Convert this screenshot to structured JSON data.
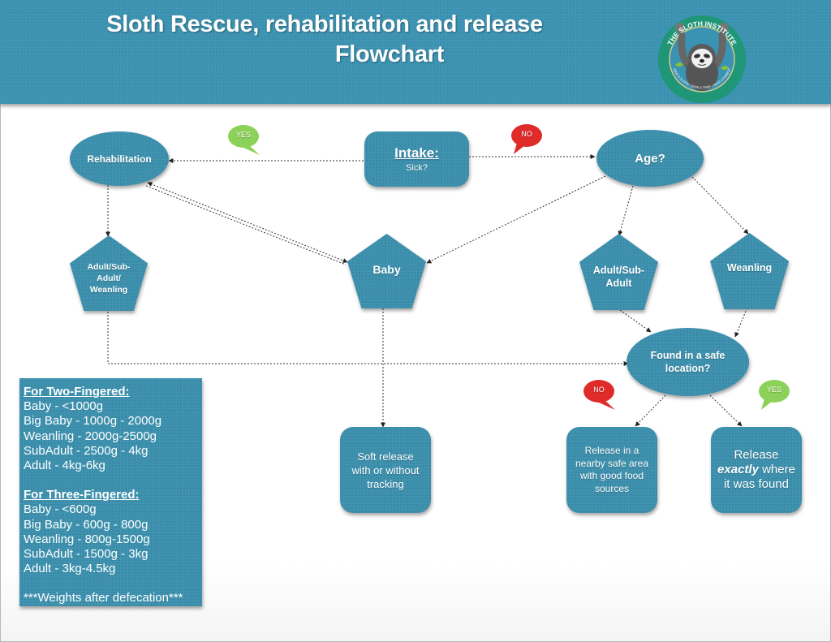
{
  "header": {
    "title_line1": "Sloth Rescue, rehabilitation and release",
    "title_line2": "Flowchart",
    "logo": {
      "name": "The Sloth Institute",
      "arc_text_top": "THE SLOTH INSTITUTE",
      "arc_text_bottom": "SAVE A SLOTH • SAVE A TREE • SAVE A FOREST"
    }
  },
  "colors": {
    "header_bg": "#3a93b2",
    "node_fill": "#3a8fad",
    "yes_bubble": "#8cd25a",
    "no_bubble": "#e02b2b",
    "connector": "#333333"
  },
  "nodes": {
    "intake": {
      "title": "Intake:",
      "subtitle": "Sick?"
    },
    "rehabilitation": {
      "label": "Rehabilitation"
    },
    "age": {
      "label": "Age?"
    },
    "rehab_adult": {
      "line1": "Adult/Sub-",
      "line2": "Adult/",
      "line3": "Weanling"
    },
    "baby": {
      "label": "Baby"
    },
    "adult_subadult": {
      "line1": "Adult/Sub-",
      "line2": "Adult"
    },
    "weanling": {
      "label": "Weanling"
    },
    "found_safe": {
      "line1": "Found in a safe",
      "line2": "location?"
    },
    "soft_release": {
      "line1": "Soft release",
      "line2": "with or without",
      "line3": "tracking"
    },
    "release_nearby": {
      "line1": "Release in a",
      "line2": "nearby safe area",
      "line3": "with good food",
      "line4": "sources"
    },
    "release_exact": {
      "line1": "Release",
      "emphasis": "exactly",
      "line2_rest": " where",
      "line3": "it was found"
    }
  },
  "bubbles": {
    "intake_yes": "YES",
    "intake_no": "NO",
    "safe_no": "NO",
    "safe_yes": "YES"
  },
  "weights": {
    "two_fingered": {
      "heading": "For Two-Fingered:",
      "rows": [
        "Baby - <1000g",
        "Big Baby - 1000g - 2000g",
        "Weanling - 2000g-2500g",
        "SubAdult - 2500g - 4kg",
        "Adult - 4kg-6kg"
      ]
    },
    "three_fingered": {
      "heading": "For Three-Fingered:",
      "rows": [
        "Baby - <600g",
        "Big Baby - 600g - 800g",
        "Weanling - 800g-1500g",
        "SubAdult - 1500g - 3kg",
        "Adult - 3kg-4.5kg"
      ]
    },
    "footnote": "***Weights after defecation***"
  },
  "edges": [
    {
      "from": "intake",
      "to": "rehabilitation",
      "condition": "YES"
    },
    {
      "from": "intake",
      "to": "age",
      "condition": "NO"
    },
    {
      "from": "rehabilitation",
      "to": "rehab_adult"
    },
    {
      "from": "rehabilitation",
      "to": "baby",
      "bidirectional": true
    },
    {
      "from": "age",
      "to": "baby"
    },
    {
      "from": "age",
      "to": "adult_subadult"
    },
    {
      "from": "age",
      "to": "weanling"
    },
    {
      "from": "rehab_adult",
      "to": "found_safe"
    },
    {
      "from": "adult_subadult",
      "to": "found_safe"
    },
    {
      "from": "weanling",
      "to": "found_safe"
    },
    {
      "from": "baby",
      "to": "soft_release"
    },
    {
      "from": "found_safe",
      "to": "release_nearby",
      "condition": "NO"
    },
    {
      "from": "found_safe",
      "to": "release_exact",
      "condition": "YES"
    }
  ]
}
